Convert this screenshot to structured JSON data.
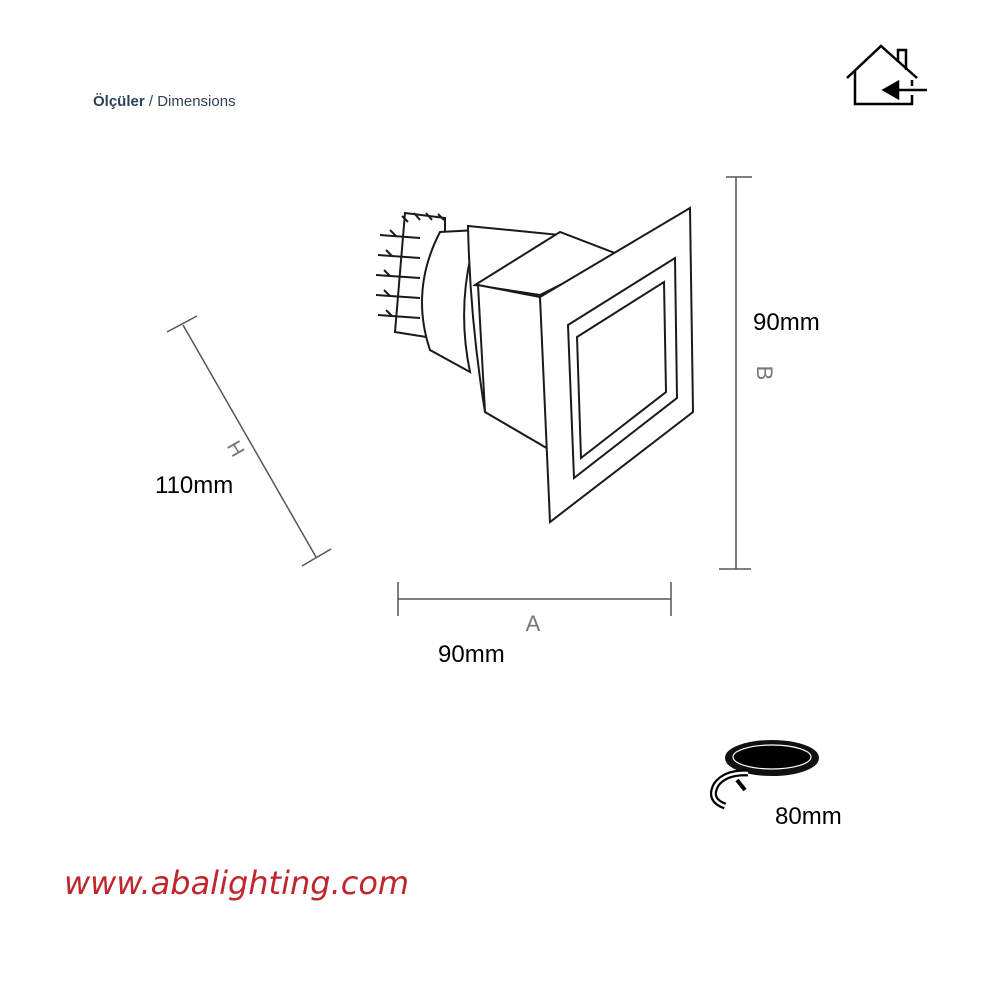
{
  "header": {
    "title_tr": "Ölçüler",
    "separator": " / ",
    "title_en": "Dimensions"
  },
  "dimensions": {
    "height": {
      "letter": "H",
      "value": "110mm"
    },
    "width": {
      "letter": "A",
      "value": "90mm"
    },
    "depth": {
      "letter": "B",
      "value": "90mm"
    },
    "cutout": {
      "value": "80mm"
    }
  },
  "footer": {
    "url": "www.abalighting.com"
  },
  "icons": {
    "indoor": "house-arrow-icon",
    "cutout": "ceiling-cutout-icon"
  },
  "colors": {
    "url": "#c0262e",
    "header": "#2d4257",
    "line": "#555555"
  }
}
